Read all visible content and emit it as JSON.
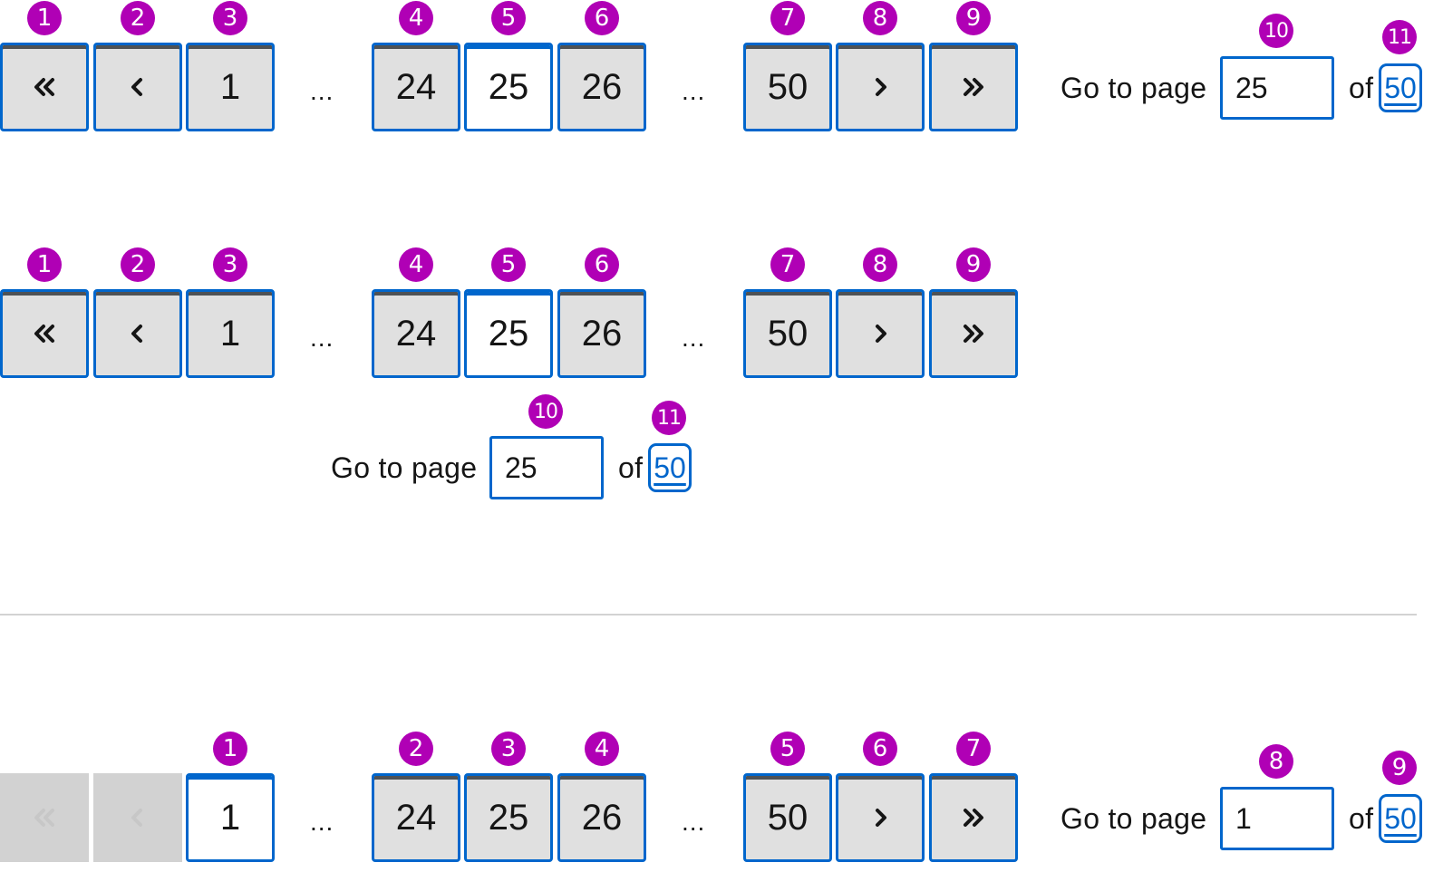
{
  "row1": {
    "first_icon": "double-chevron-left-icon",
    "prev_icon": "chevron-left-icon",
    "pages": [
      "1",
      "24",
      "25",
      "26",
      "50"
    ],
    "next_icon": "chevron-right-icon",
    "last_icon": "double-chevron-right-icon",
    "ellipsis": "...",
    "goto_label": "Go to page",
    "goto_value": "25",
    "of_label": "of",
    "total_link": "50",
    "badges": [
      "1",
      "2",
      "3",
      "4",
      "5",
      "6",
      "7",
      "8",
      "9",
      "10",
      "11"
    ]
  },
  "row2": {
    "pages": [
      "1",
      "24",
      "25",
      "26",
      "50"
    ],
    "ellipsis": "...",
    "goto_label": "Go to page",
    "goto_value": "25",
    "of_label": "of",
    "total_link": "50",
    "badges": [
      "1",
      "2",
      "3",
      "4",
      "5",
      "6",
      "7",
      "8",
      "9",
      "10",
      "11"
    ]
  },
  "row3": {
    "pages": [
      "1",
      "24",
      "25",
      "26",
      "50"
    ],
    "ellipsis": "...",
    "goto_label": "Go to page",
    "goto_value": "1",
    "of_label": "of",
    "total_link": "50",
    "badges": [
      "1",
      "2",
      "3",
      "4",
      "5",
      "6",
      "7",
      "8",
      "9"
    ]
  },
  "colors": {
    "accent": "#0066cc",
    "badge": "#b000b5",
    "button_bg": "#e0e0e0",
    "disabled_bg": "#d2d2d2"
  }
}
